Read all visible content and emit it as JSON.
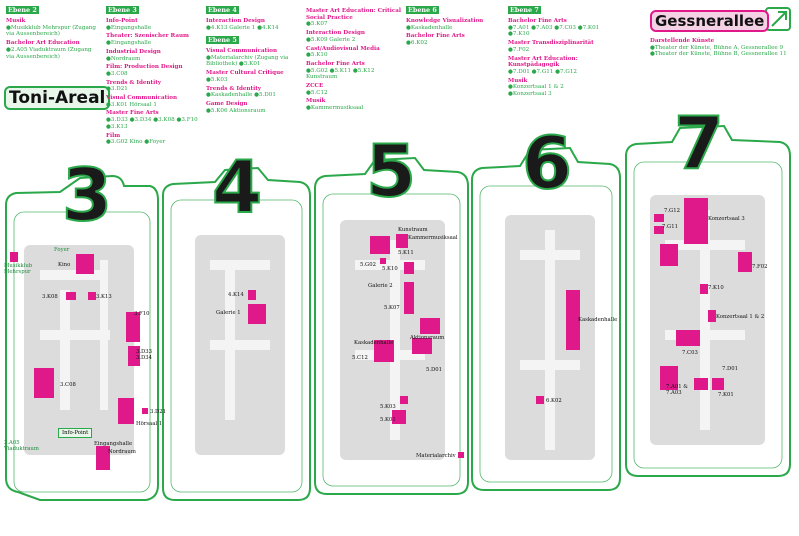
{
  "brand": {
    "title": "Toni-Areal",
    "address": "Gessnerallee",
    "arrow": "arrow-up-right-icon"
  },
  "colors": {
    "pink": "#e0198a",
    "green": "#2aa84a",
    "frame": "#2aa84a",
    "shape": "#d9d9d9"
  },
  "floors": {
    "f3": "3",
    "f4": "4",
    "f5": "5",
    "f6": "6",
    "f7": "7"
  },
  "lists": {
    "ebene2": {
      "title": "Ebene 2",
      "entries": [
        {
          "h": "Musik",
          "i": "●Musikklub Mehrspur (Zugang via Aussenbereich)"
        },
        {
          "h": "Bachelor Art Education",
          "i": "●2.A05 Viaduktraum (Zugang via Aussenbereich)"
        }
      ]
    },
    "ebene3": {
      "title": "Ebene 3",
      "entries": [
        {
          "h": "Info-Point",
          "i": "●Eingangshalle"
        },
        {
          "h": "Theater: Szenischer Raum",
          "i": "●Eingangshalle"
        },
        {
          "h": "Industrial Design",
          "i": "●Nordraum"
        },
        {
          "h": "Film: Production Design",
          "i": "●3.C08"
        },
        {
          "h": "Trends & Identity",
          "i": "●3.D21"
        },
        {
          "h": "Visual Communication",
          "i": "●3.K01 Hörsaal 1"
        },
        {
          "h": "Master Fine Arts",
          "i": "●3.D33 ●3.D34 ●3.K08 ●3.F10 ●3.K13"
        },
        {
          "h": "Film",
          "i": "●3.G02 Kino ●Foyer"
        }
      ]
    },
    "ebene4": {
      "title": "Ebene 4",
      "entries": [
        {
          "h": "Interaction Design",
          "i": "●4.K13 Galerie 1 ●4.K14"
        }
      ]
    },
    "ebene5": {
      "title": "Ebene 5",
      "entries": [
        {
          "h": "Visual Communication",
          "i": "●Materialarchiv (Zugang via Bibliothek) ●5.K01"
        },
        {
          "h": "Master Cultural Critique",
          "i": "●5.K03"
        },
        {
          "h": "Trends & Identity",
          "i": "●Kaskadenhalle ●5.D01"
        },
        {
          "h": "Game Design",
          "i": "●5.K06 Aktionsraum"
        }
      ]
    },
    "ebene5b": {
      "title": "",
      "entries": [
        {
          "h": "Master Art Education: Critical Social Practice",
          "i": "●5.K07"
        },
        {
          "h": "Interaction Design",
          "i": "●5.K09 Galerie 2"
        },
        {
          "h": "Cast/Audiovisual Media",
          "i": "●5.K10"
        },
        {
          "h": "Bachelor Fine Arts",
          "i": "●5.G02 ●5.K11 ●5.K12 Kunstraum"
        },
        {
          "h": "ZCCE",
          "i": "●5.C12"
        },
        {
          "h": "Musik",
          "i": "●Kammermusiksaal"
        }
      ]
    },
    "ebene6": {
      "title": "Ebene 6",
      "entries": [
        {
          "h": "Knowledge Visualization",
          "i": "●Kaskadenhalle"
        },
        {
          "h": "Bachelor Fine Arts",
          "i": "●6.K02"
        }
      ]
    },
    "ebene7": {
      "title": "Ebene 7",
      "entries": [
        {
          "h": "Bachelor Fine Arts",
          "i": "●7.A01 ●7.A03 ●7.C03 ●7.K01 ●7.K10"
        },
        {
          "h": "Master Transdisziplinarität",
          "i": "●7.F02"
        },
        {
          "h": "Master Art Education: Kunstpädagogik",
          "i": "●7.D01 ●7.G11 ●7.G12"
        },
        {
          "h": "Musik",
          "i": "●Konzertsaal 1 & 2 ●Konzertsaal 3"
        }
      ]
    },
    "gessner": {
      "title": "",
      "entries": [
        {
          "h": "Darstellende Künste",
          "i": "●Theater der Künste, Bühne A, Gessnerallee 9 ●Theater der Künste, Bühne B, Gessnerallee 11"
        }
      ]
    }
  },
  "labels": {
    "musikklub": "Musikklub Mehrspur",
    "viadukt": "2.A05 Viaduktraum",
    "foyer": "Foyer",
    "kino": "Kino",
    "k08": "3.K08",
    "k13": "3.K13",
    "f10": "3.F10",
    "d33": "3.D33 3.D34",
    "c08": "3.C08",
    "d21": "3.D21",
    "hoersaal": "Hörsaal 1",
    "infopoint": "Info-Point",
    "eingang": "Eingangshalle",
    "nordraum": "Nordraum",
    "k14": "4.K14",
    "galerie1": "Galerie 1",
    "kunstraum": "Kunstraum",
    "kammer": "Kammermusiksaal",
    "g02": "5.G02",
    "k11": "5.K11",
    "k10": "5.K10",
    "galerie2": "Galerie 2",
    "k07": "5.K07",
    "kaskade5": "Kaskadenhalle",
    "aktion": "Aktionsraum",
    "c12": "5.C12",
    "d01": "5.D01",
    "k03": "5.K03",
    "k01": "5.K01",
    "material": "Materialarchiv",
    "kaskade6": "Kaskadenhalle",
    "k02": "6.K02",
    "g12": "7.G12",
    "g11": "7.G11",
    "konzert3": "Konzertsaal 3",
    "f02": "7.F02",
    "k10_7": "7.K10",
    "konzert12": "Konzertsaal 1 & 2",
    "c03": "7.C03",
    "a01": "7.A01 & 7.A03",
    "k01_7": "7.K01",
    "d01_7": "7.D01"
  }
}
